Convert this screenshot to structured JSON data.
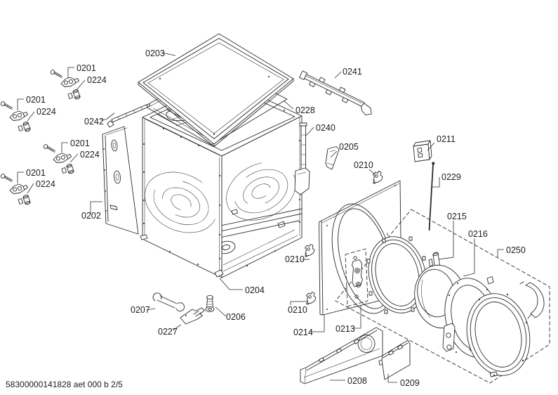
{
  "diagram": {
    "background": "#ffffff",
    "line_color": "#2b2b2b",
    "footer_code": "58300000141828 aet 000 b 2/5",
    "part_numbers_unique": [
      "0201",
      "0202",
      "0203",
      "0204",
      "0205",
      "0206",
      "0207",
      "0208",
      "0209",
      "0210",
      "0211",
      "0213",
      "0214",
      "0215",
      "0216",
      "0224",
      "0227",
      "0228",
      "0229",
      "0240",
      "0241",
      "0242",
      "0250"
    ],
    "callouts": [
      {
        "text": "0201"
      },
      {
        "text": "0224"
      },
      {
        "text": "0201"
      },
      {
        "text": "0224"
      },
      {
        "text": "0201"
      },
      {
        "text": "0224"
      },
      {
        "text": "0201"
      },
      {
        "text": "0224"
      },
      {
        "text": "0203"
      },
      {
        "text": "0242"
      },
      {
        "text": "0202"
      },
      {
        "text": "0228"
      },
      {
        "text": "0241"
      },
      {
        "text": "0240"
      },
      {
        "text": "0205"
      },
      {
        "text": "0210"
      },
      {
        "text": "0211"
      },
      {
        "text": "0229"
      },
      {
        "text": "0215"
      },
      {
        "text": "0216"
      },
      {
        "text": "0250"
      },
      {
        "text": "0210"
      },
      {
        "text": "0210"
      },
      {
        "text": "0204"
      },
      {
        "text": "0207"
      },
      {
        "text": "0227"
      },
      {
        "text": "0206"
      },
      {
        "text": "0214"
      },
      {
        "text": "0213"
      },
      {
        "text": "0208"
      },
      {
        "text": "0209"
      }
    ]
  }
}
